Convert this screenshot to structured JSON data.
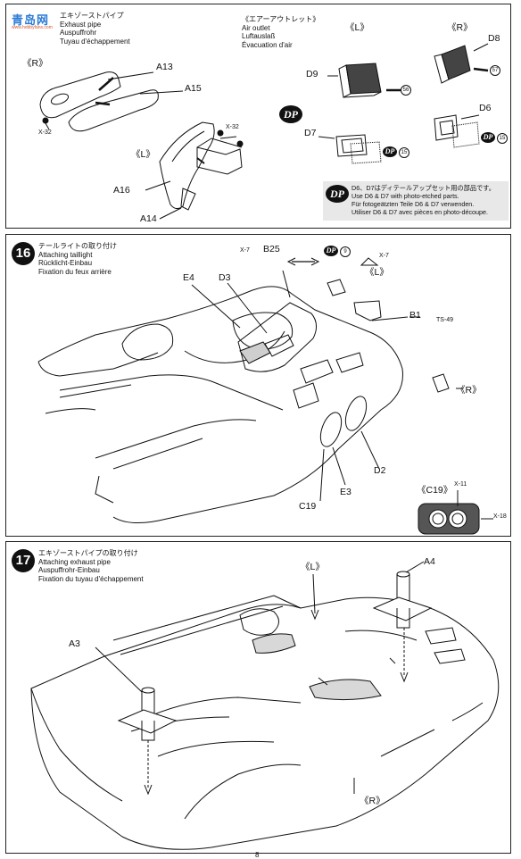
{
  "header_logo": {
    "main": "青岛网",
    "sub": "www.hobbyfans.com"
  },
  "step15": {
    "exhaust": {
      "jp": "エキゾーストパイプ",
      "en": "Exhaust pipe",
      "de": "Auspuffrohr",
      "fr": "Tuyau d'échappement"
    },
    "air_outlet": {
      "jp": "《エアーアウトレット》",
      "en": "Air outlet",
      "de": "Luftauslaß",
      "fr": "Évacuation d'air"
    },
    "labels": {
      "r1": "《R》",
      "l1": "《L》",
      "l2": "《L》",
      "r2": "《R》",
      "a13": "A13",
      "a15": "A15",
      "a16": "A16",
      "a14": "A14",
      "x32a": "X-32",
      "x32b": "X-32",
      "d9": "D9",
      "d8": "D8",
      "d7": "D7",
      "d6": "D6",
      "n56": "56",
      "n57": "57",
      "n15a": "15",
      "n15b": "15",
      "dp": "DP"
    },
    "note": {
      "jp": "D6、D7はディテールアップセット用の部品です。",
      "en1": "Use D6 & D7 with photo-etched parts.",
      "de1": "Für fotogeätzten Teile D6 & D7 verwenden.",
      "fr1": "Utiliser D6 & D7 avec pièces en photo-découpe."
    }
  },
  "step16": {
    "number": "16",
    "jp": "テールライトの取り付け",
    "en": "Attaching taillight",
    "de": "Rücklicht-Einbau",
    "fr": "Fixation du feux arrière",
    "labels": {
      "x7a": "X-7",
      "b25": "B25",
      "n9": "9",
      "x7b": "X-7",
      "l": "《L》",
      "e4": "E4",
      "d3": "D3",
      "b1": "B1",
      "ts49": "TS-49",
      "r": "《R》",
      "d2": "D2",
      "e3": "E3",
      "c19": "C19",
      "c19b": "《C19》",
      "x11": "X-11",
      "x18": "X-18",
      "dp": "DP"
    }
  },
  "step17": {
    "number": "17",
    "jp": "エキゾーストパイプの取り付け",
    "en": "Attaching exhaust pipe",
    "de": "Auspuffrohr-Einbau",
    "fr": "Fixation du tuyau d'échappement",
    "labels": {
      "l": "《L》",
      "a4": "A4",
      "a3": "A3",
      "r": "《R》"
    }
  },
  "page_number": "8"
}
